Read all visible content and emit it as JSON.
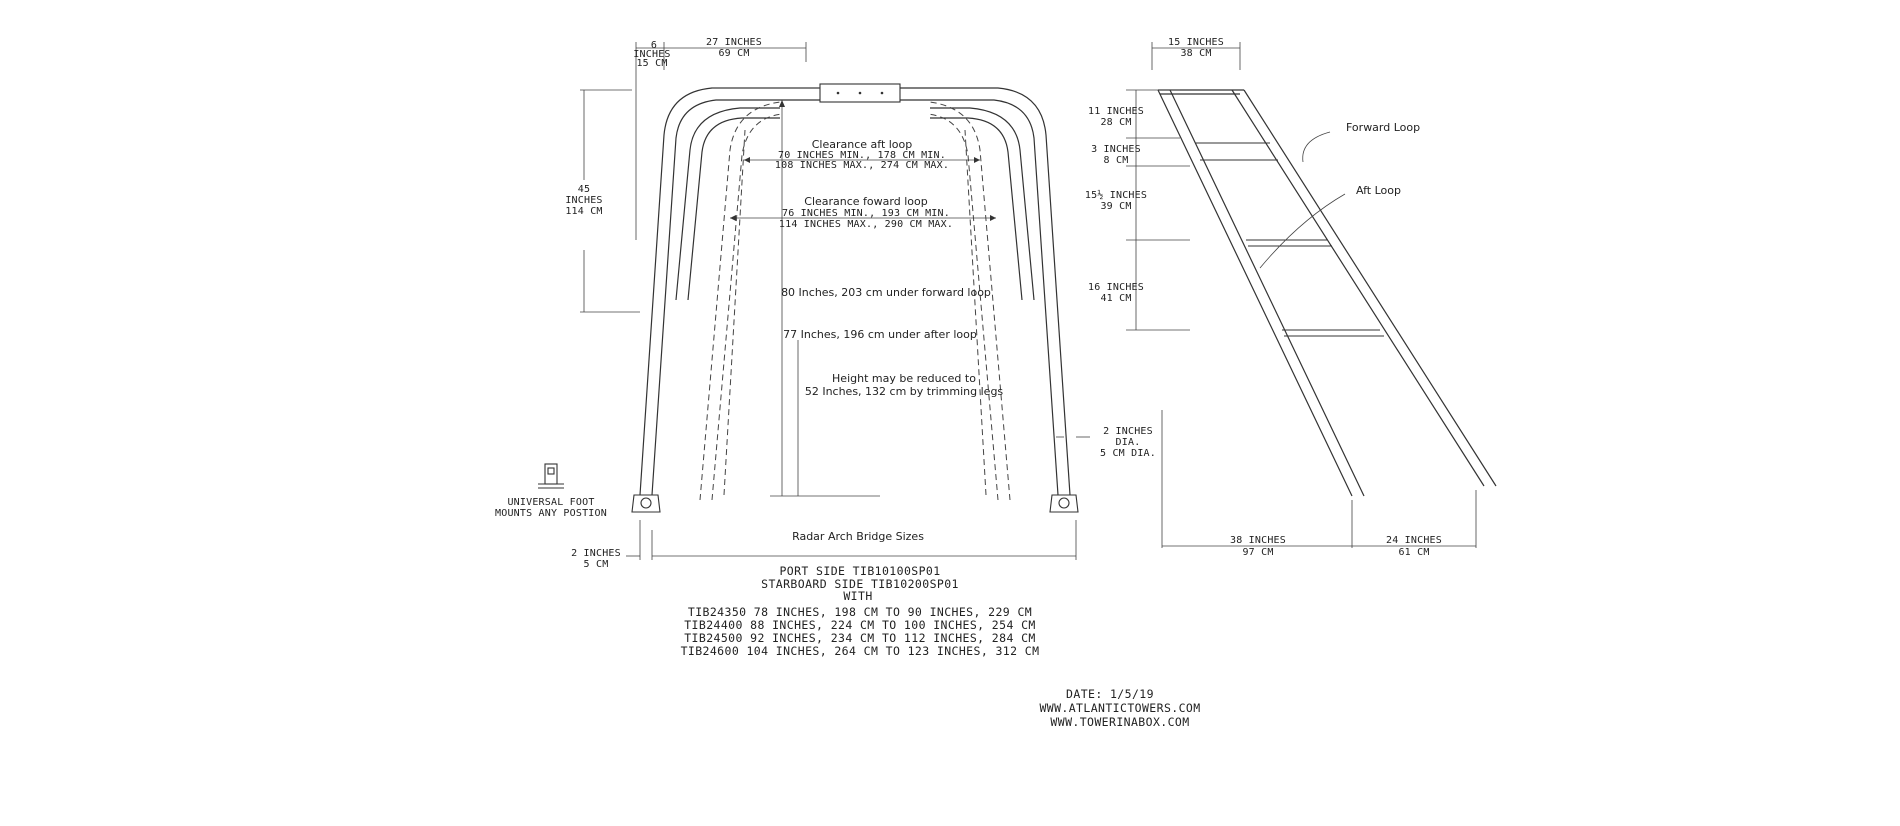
{
  "arch_dimensions": {
    "top_offset": [
      "6",
      "INCHES",
      "15 CM"
    ],
    "top_width": [
      "27 INCHES",
      "69 CM"
    ],
    "height": [
      "45",
      "INCHES",
      "114 CM"
    ],
    "foot_width": [
      "2 INCHES",
      "5 CM"
    ],
    "tube_diameter": [
      "2 INCHES",
      "DIA.",
      "5 CM DIA."
    ],
    "universal_foot": [
      "UNIVERSAL FOOT",
      "MOUNTS ANY POSTION"
    ]
  },
  "notes": {
    "clearance_aft": [
      "Clearance aft loop",
      "70 INCHES MIN., 178 CM MIN.",
      "108 INCHES MAX., 274 CM MAX."
    ],
    "clearance_forward": [
      "Clearance foward loop",
      "76 INCHES MIN., 193 CM MIN.",
      "114 INCHES MAX., 290 CM MAX."
    ],
    "under_forward": "80 Inches, 203 cm under forward loop",
    "under_after": "77 Inches, 196 cm under after loop",
    "height_reduce": [
      "Height may be reduced to",
      "52 Inches, 132 cm by trimming legs"
    ],
    "bridge_sizes": "Radar Arch Bridge Sizes"
  },
  "parts": {
    "port": "PORT SIDE TIB10100SP01",
    "starboard": "STARBOARD SIDE TIB10200SP01",
    "with": "WITH",
    "options": [
      "TIB24350 78 INCHES, 198 CM TO 90 INCHES, 229 CM",
      "TIB24400 88 INCHES, 224 CM TO 100 INCHES, 254 CM",
      "TIB24500 92 INCHES, 234 CM TO 112 INCHES, 284 CM",
      "TIB24600 104 INCHES, 264 CM TO 123 INCHES, 312 CM"
    ]
  },
  "side_view": {
    "top_width": [
      "15 INCHES",
      "38 CM"
    ],
    "seg1": [
      "11 INCHES",
      "28 CM"
    ],
    "seg2": [
      "3 INCHES",
      "8 CM"
    ],
    "seg3": [
      "15½ INCHES",
      "39 CM"
    ],
    "seg4": [
      "16 INCHES",
      "41 CM"
    ],
    "forward_loop": "Forward Loop",
    "aft_loop": "Aft Loop",
    "base_left": [
      "38 INCHES",
      "97 CM"
    ],
    "base_right": [
      "24 INCHES",
      "61 CM"
    ]
  },
  "footer": {
    "date": "DATE: 1/5/19",
    "url1": "WWW.ATLANTICTOWERS.COM",
    "url2": "WWW.TOWERINABOX.COM"
  }
}
